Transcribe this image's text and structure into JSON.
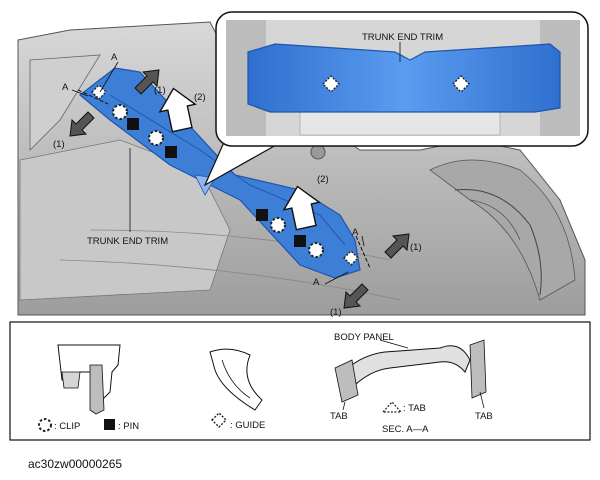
{
  "labels": {
    "trunk_end_trim_inset": "TRUNK END TRIM",
    "trunk_end_trim_main": "TRUNK END TRIM",
    "step_1": "(1)",
    "step_2": "(2)",
    "section_a": "A"
  },
  "legend": {
    "clip": ": CLIP",
    "pin": ": PIN",
    "guide": ": GUIDE",
    "tab_hint": ": TAB",
    "body_panel": "BODY PANEL",
    "tab": "TAB",
    "section": "SEC. A—A"
  },
  "figure_code": "ac30zw00000265",
  "colors": {
    "trim_blue": "#3d7fd6",
    "trim_blue_dark": "#1f55a8",
    "body_gray": "#bfbfbf",
    "outline": "#111111"
  }
}
